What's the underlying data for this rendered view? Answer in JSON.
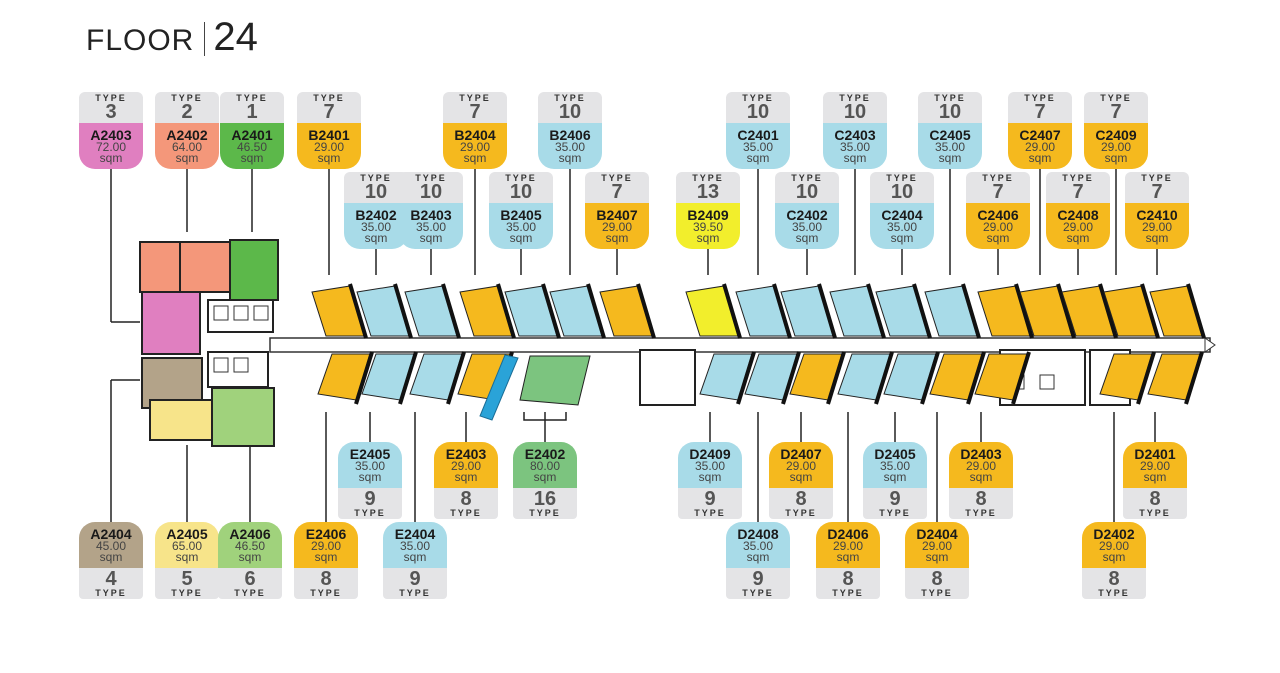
{
  "title": {
    "floor_label": "FLOOR",
    "floor_number": "24"
  },
  "units": [
    {
      "unit": "A2403",
      "type": "3",
      "area": "72.00",
      "sqm": "sqm",
      "type_label": "TYPE",
      "color": "#e07fc0"
    },
    {
      "unit": "A2402",
      "type": "2",
      "area": "64.00",
      "sqm": "sqm",
      "type_label": "TYPE",
      "color": "#f4977a"
    },
    {
      "unit": "A2401",
      "type": "1",
      "area": "46.50",
      "sqm": "sqm",
      "type_label": "TYPE",
      "color": "#5cb84a"
    },
    {
      "unit": "B2401",
      "type": "7",
      "area": "29.00",
      "sqm": "sqm",
      "type_label": "TYPE",
      "color": "#f5b91e"
    },
    {
      "unit": "B2404",
      "type": "7",
      "area": "29.00",
      "sqm": "sqm",
      "type_label": "TYPE",
      "color": "#f5b91e"
    },
    {
      "unit": "B2406",
      "type": "10",
      "area": "35.00",
      "sqm": "sqm",
      "type_label": "TYPE",
      "color": "#a8dbe8"
    },
    {
      "unit": "C2401",
      "type": "10",
      "area": "35.00",
      "sqm": "sqm",
      "type_label": "TYPE",
      "color": "#a8dbe8"
    },
    {
      "unit": "C2403",
      "type": "10",
      "area": "35.00",
      "sqm": "sqm",
      "type_label": "TYPE",
      "color": "#a8dbe8"
    },
    {
      "unit": "C2405",
      "type": "10",
      "area": "35.00",
      "sqm": "sqm",
      "type_label": "TYPE",
      "color": "#a8dbe8"
    },
    {
      "unit": "C2407",
      "type": "7",
      "area": "29.00",
      "sqm": "sqm",
      "type_label": "TYPE",
      "color": "#f5b91e"
    },
    {
      "unit": "C2409",
      "type": "7",
      "area": "29.00",
      "sqm": "sqm",
      "type_label": "TYPE",
      "color": "#f5b91e"
    },
    {
      "unit": "B2402",
      "type": "10",
      "area": "35.00",
      "sqm": "sqm",
      "type_label": "TYPE",
      "color": "#a8dbe8"
    },
    {
      "unit": "B2403",
      "type": "10",
      "area": "35.00",
      "sqm": "sqm",
      "type_label": "TYPE",
      "color": "#a8dbe8"
    },
    {
      "unit": "B2405",
      "type": "10",
      "area": "35.00",
      "sqm": "sqm",
      "type_label": "TYPE",
      "color": "#a8dbe8"
    },
    {
      "unit": "B2407",
      "type": "7",
      "area": "29.00",
      "sqm": "sqm",
      "type_label": "TYPE",
      "color": "#f5b91e"
    },
    {
      "unit": "B2409",
      "type": "13",
      "area": "39.50",
      "sqm": "sqm",
      "type_label": "TYPE",
      "color": "#f2ee2c"
    },
    {
      "unit": "C2402",
      "type": "10",
      "area": "35.00",
      "sqm": "sqm",
      "type_label": "TYPE",
      "color": "#a8dbe8"
    },
    {
      "unit": "C2404",
      "type": "10",
      "area": "35.00",
      "sqm": "sqm",
      "type_label": "TYPE",
      "color": "#a8dbe8"
    },
    {
      "unit": "C2406",
      "type": "7",
      "area": "29.00",
      "sqm": "sqm",
      "type_label": "TYPE",
      "color": "#f5b91e"
    },
    {
      "unit": "C2408",
      "type": "7",
      "area": "29.00",
      "sqm": "sqm",
      "type_label": "TYPE",
      "color": "#f5b91e"
    },
    {
      "unit": "C2410",
      "type": "7",
      "area": "29.00",
      "sqm": "sqm",
      "type_label": "TYPE",
      "color": "#f5b91e"
    },
    {
      "unit": "E2405",
      "type": "9",
      "area": "35.00",
      "sqm": "sqm",
      "type_label": "TYPE",
      "color": "#a8dbe8"
    },
    {
      "unit": "E2403",
      "type": "8",
      "area": "29.00",
      "sqm": "sqm",
      "type_label": "TYPE",
      "color": "#f5b91e"
    },
    {
      "unit": "E2402",
      "type": "16",
      "area": "80.00",
      "sqm": "sqm",
      "type_label": "TYPE",
      "color": "#7cc47f"
    },
    {
      "unit": "D2409",
      "type": "9",
      "area": "35.00",
      "sqm": "sqm",
      "type_label": "TYPE",
      "color": "#a8dbe8"
    },
    {
      "unit": "D2407",
      "type": "8",
      "area": "29.00",
      "sqm": "sqm",
      "type_label": "TYPE",
      "color": "#f5b91e"
    },
    {
      "unit": "D2405",
      "type": "9",
      "area": "35.00",
      "sqm": "sqm",
      "type_label": "TYPE",
      "color": "#a8dbe8"
    },
    {
      "unit": "D2403",
      "type": "8",
      "area": "29.00",
      "sqm": "sqm",
      "type_label": "TYPE",
      "color": "#f5b91e"
    },
    {
      "unit": "D2401",
      "type": "8",
      "area": "29.00",
      "sqm": "sqm",
      "type_label": "TYPE",
      "color": "#f5b91e"
    },
    {
      "unit": "A2404",
      "type": "4",
      "area": "45.00",
      "sqm": "sqm",
      "type_label": "TYPE",
      "color": "#b3a389"
    },
    {
      "unit": "A2405",
      "type": "5",
      "area": "65.00",
      "sqm": "sqm",
      "type_label": "TYPE",
      "color": "#f7e48a"
    },
    {
      "unit": "A2406",
      "type": "6",
      "area": "46.50",
      "sqm": "sqm",
      "type_label": "TYPE",
      "color": "#a0d27c"
    },
    {
      "unit": "E2406",
      "type": "8",
      "area": "29.00",
      "sqm": "sqm",
      "type_label": "TYPE",
      "color": "#f5b91e"
    },
    {
      "unit": "E2404",
      "type": "9",
      "area": "35.00",
      "sqm": "sqm",
      "type_label": "TYPE",
      "color": "#a8dbe8"
    },
    {
      "unit": "D2408",
      "type": "9",
      "area": "35.00",
      "sqm": "sqm",
      "type_label": "TYPE",
      "color": "#a8dbe8"
    },
    {
      "unit": "D2406",
      "type": "8",
      "area": "29.00",
      "sqm": "sqm",
      "type_label": "TYPE",
      "color": "#f5b91e"
    },
    {
      "unit": "D2404",
      "type": "8",
      "area": "29.00",
      "sqm": "sqm",
      "type_label": "TYPE",
      "color": "#f5b91e"
    },
    {
      "unit": "D2402",
      "type": "8",
      "area": "29.00",
      "sqm": "sqm",
      "type_label": "TYPE",
      "color": "#f5b91e"
    }
  ]
}
